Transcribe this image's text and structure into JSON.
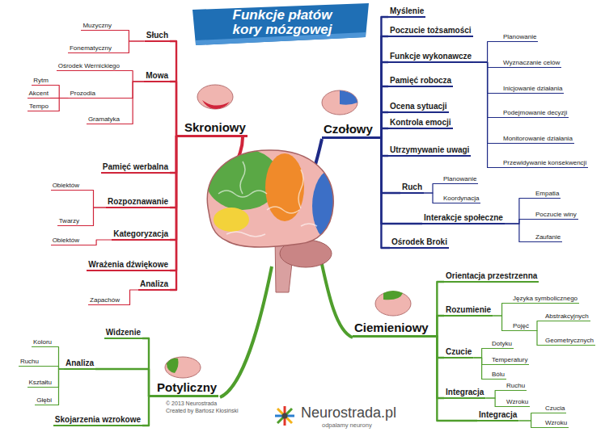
{
  "diagram": {
    "title": "Funkcje płatów kory mózgowej",
    "nodes": [
      {
        "text": [
          "Skroniowy"
        ]
      },
      {
        "text": [
          "Słuch"
        ]
      },
      {
        "text": [
          "Muzyczny"
        ]
      },
      {
        "text": [
          "Fonematyczny"
        ]
      },
      {
        "text": [
          "Mowa"
        ]
      },
      {
        "text": [
          "Ośrodek Wernickiego"
        ]
      },
      {
        "text": [
          "Prozodia"
        ]
      },
      {
        "text": [
          "Rytm"
        ]
      },
      {
        "text": [
          "Akcent"
        ]
      },
      {
        "text": [
          "Tempo"
        ]
      },
      {
        "text": [
          "Gramatyka"
        ]
      },
      {
        "text": [
          "Pamięć werbalna"
        ]
      },
      {
        "text": [
          "Rozpoznawanie"
        ]
      },
      {
        "text": [
          "Obiektów"
        ]
      },
      {
        "text": [
          "Twarzy"
        ]
      },
      {
        "text": [
          "Kategoryzacja"
        ]
      },
      {
        "text": [
          "Obiektów"
        ]
      },
      {
        "text": [
          "Wrażenia dźwiękowe"
        ]
      },
      {
        "text": [
          "Analiza"
        ]
      },
      {
        "text": [
          "Zapachów"
        ]
      },
      {
        "text": [
          "Czołowy"
        ]
      },
      {
        "text": [
          "Myślenie"
        ]
      },
      {
        "text": [
          "Poczucie tożsamości"
        ]
      },
      {
        "text": [
          "Funkcje wykonawcze"
        ]
      },
      {
        "text": [
          "Planowanie"
        ]
      },
      {
        "text": [
          "Wyznaczanie celów"
        ]
      },
      {
        "text": [
          "Inicjowanie działania"
        ]
      },
      {
        "text": [
          "Podejmowanie decyzji"
        ]
      },
      {
        "text": [
          "Monitorowanie działania"
        ]
      },
      {
        "text": [
          "Przewidywanie konsekwencji"
        ]
      },
      {
        "text": [
          "Pamięć robocza"
        ]
      },
      {
        "text": [
          "Ocena sytuacji"
        ]
      },
      {
        "text": [
          "Kontrola emocji"
        ]
      },
      {
        "text": [
          "Utrzymywanie uwagi"
        ]
      },
      {
        "text": [
          "Ruch"
        ]
      },
      {
        "text": [
          "Planowanie"
        ]
      },
      {
        "text": [
          "Koordynacja"
        ]
      },
      {
        "text": [
          "Interakcje społeczne"
        ]
      },
      {
        "text": [
          "Empatia"
        ]
      },
      {
        "text": [
          "Poczucie winy"
        ]
      },
      {
        "text": [
          "Zaufanie"
        ]
      },
      {
        "text": [
          "Ośrodek Broki"
        ]
      },
      {
        "text": [
          "Potyliczny"
        ]
      },
      {
        "text": [
          "Widzenie"
        ]
      },
      {
        "text": [
          "Analiza"
        ]
      },
      {
        "text": [
          "Koloru"
        ]
      },
      {
        "text": [
          "Ruchu"
        ]
      },
      {
        "text": [
          "Kształtu"
        ]
      },
      {
        "text": [
          "Głębi"
        ]
      },
      {
        "text": [
          "Skojarzenia wzrokowe"
        ]
      },
      {
        "text": [
          "Ciemieniowy"
        ]
      },
      {
        "text": [
          "Orientacja przestrzenna"
        ]
      },
      {
        "text": [
          "Rozumienie"
        ]
      },
      {
        "text": [
          "Języka symbolicznego"
        ]
      },
      {
        "text": [
          "Pojęć"
        ]
      },
      {
        "text": [
          "Abstrakcyjnych"
        ]
      },
      {
        "text": [
          "Geometrycznych"
        ]
      },
      {
        "text": [
          "Czucie"
        ]
      },
      {
        "text": [
          "Dotyku"
        ]
      },
      {
        "text": [
          "Temperatury"
        ]
      },
      {
        "text": [
          "Bólu"
        ]
      },
      {
        "text": [
          "Integracja"
        ]
      },
      {
        "text": [
          "Ruchu"
        ]
      },
      {
        "text": [
          "Wzroku"
        ]
      },
      {
        "text": [
          "Integracja"
        ]
      },
      {
        "text": [
          "Czucia"
        ]
      },
      {
        "text": [
          "Wzroku"
        ]
      }
    ],
    "edges": [
      {
        "from": 0,
        "to": 1,
        "arrow": "none"
      },
      {
        "from": 1,
        "to": 2,
        "arrow": "none"
      },
      {
        "from": 1,
        "to": 3,
        "arrow": "none"
      },
      {
        "from": 0,
        "to": 4,
        "arrow": "none"
      },
      {
        "from": 4,
        "to": 5,
        "arrow": "none"
      },
      {
        "from": 4,
        "to": 6,
        "arrow": "none"
      },
      {
        "from": 6,
        "to": 7,
        "arrow": "none"
      },
      {
        "from": 6,
        "to": 8,
        "arrow": "none"
      },
      {
        "from": 6,
        "to": 9,
        "arrow": "none"
      },
      {
        "from": 4,
        "to": 10,
        "arrow": "none"
      },
      {
        "from": 0,
        "to": 11,
        "arrow": "none"
      },
      {
        "from": 0,
        "to": 12,
        "arrow": "none"
      },
      {
        "from": 12,
        "to": 13,
        "arrow": "none"
      },
      {
        "from": 12,
        "to": 14,
        "arrow": "none"
      },
      {
        "from": 0,
        "to": 15,
        "arrow": "none"
      },
      {
        "from": 15,
        "to": 16,
        "arrow": "none"
      },
      {
        "from": 0,
        "to": 17,
        "arrow": "none"
      },
      {
        "from": 0,
        "to": 18,
        "arrow": "none"
      },
      {
        "from": 18,
        "to": 19,
        "arrow": "none"
      },
      {
        "from": 20,
        "to": 21,
        "arrow": "none"
      },
      {
        "from": 20,
        "to": 22,
        "arrow": "none"
      },
      {
        "from": 20,
        "to": 23,
        "arrow": "none"
      },
      {
        "from": 23,
        "to": 24,
        "arrow": "none"
      },
      {
        "from": 23,
        "to": 25,
        "arrow": "none"
      },
      {
        "from": 23,
        "to": 26,
        "arrow": "none"
      },
      {
        "from": 23,
        "to": 27,
        "arrow": "none"
      },
      {
        "from": 23,
        "to": 28,
        "arrow": "none"
      },
      {
        "from": 23,
        "to": 29,
        "arrow": "none"
      },
      {
        "from": 20,
        "to": 30,
        "arrow": "none"
      },
      {
        "from": 20,
        "to": 31,
        "arrow": "none"
      },
      {
        "from": 20,
        "to": 32,
        "arrow": "none"
      },
      {
        "from": 20,
        "to": 33,
        "arrow": "none"
      },
      {
        "from": 20,
        "to": 34,
        "arrow": "none"
      },
      {
        "from": 34,
        "to": 35,
        "arrow": "none"
      },
      {
        "from": 34,
        "to": 36,
        "arrow": "none"
      },
      {
        "from": 20,
        "to": 37,
        "arrow": "none"
      },
      {
        "from": 37,
        "to": 38,
        "arrow": "none"
      },
      {
        "from": 37,
        "to": 39,
        "arrow": "none"
      },
      {
        "from": 37,
        "to": 40,
        "arrow": "none"
      },
      {
        "from": 20,
        "to": 41,
        "arrow": "none"
      },
      {
        "from": 42,
        "to": 43,
        "arrow": "none"
      },
      {
        "from": 42,
        "to": 44,
        "arrow": "none"
      },
      {
        "from": 44,
        "to": 45,
        "arrow": "none"
      },
      {
        "from": 44,
        "to": 46,
        "arrow": "none"
      },
      {
        "from": 44,
        "to": 47,
        "arrow": "none"
      },
      {
        "from": 44,
        "to": 48,
        "arrow": "none"
      },
      {
        "from": 42,
        "to": 49,
        "arrow": "none"
      },
      {
        "from": 50,
        "to": 51,
        "arrow": "none"
      },
      {
        "from": 50,
        "to": 52,
        "arrow": "none"
      },
      {
        "from": 52,
        "to": 53,
        "arrow": "none"
      },
      {
        "from": 52,
        "to": 54,
        "arrow": "none"
      },
      {
        "from": 54,
        "to": 55,
        "arrow": "none"
      },
      {
        "from": 54,
        "to": 56,
        "arrow": "none"
      },
      {
        "from": 50,
        "to": 57,
        "arrow": "none"
      },
      {
        "from": 57,
        "to": 58,
        "arrow": "none"
      },
      {
        "from": 57,
        "to": 59,
        "arrow": "none"
      },
      {
        "from": 57,
        "to": 60,
        "arrow": "none"
      },
      {
        "from": 50,
        "to": 61,
        "arrow": "none"
      },
      {
        "from": 61,
        "to": 62,
        "arrow": "none"
      },
      {
        "from": 61,
        "to": 63,
        "arrow": "none"
      },
      {
        "from": 50,
        "to": 64,
        "arrow": "none"
      },
      {
        "from": 64,
        "to": 65,
        "arrow": "none"
      },
      {
        "from": 64,
        "to": 66,
        "arrow": "none"
      }
    ],
    "labels": [
      "© 2013 Neurostrada",
      "Created by Bartosz Kłosiński",
      "Neurostrada.pl",
      "odpalamy neurony"
    ]
  }
}
